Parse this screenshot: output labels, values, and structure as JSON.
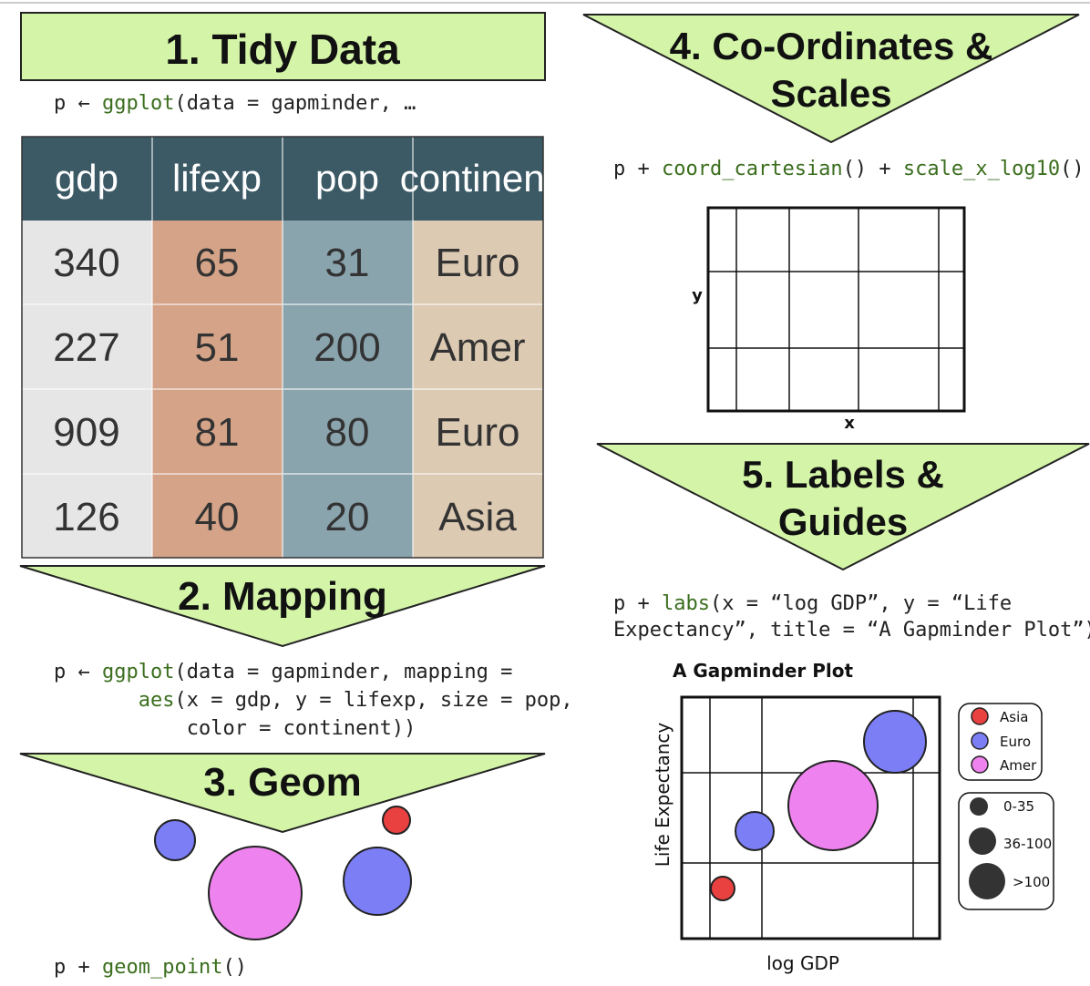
{
  "panels": {
    "tidy": {
      "title": "1. Tidy Data",
      "code": {
        "p": "p",
        "arrow": "←",
        "fn": "ggplot",
        "args": "(data = gapminder, …"
      }
    },
    "mapping": {
      "title": "2. Mapping",
      "code": {
        "p": "p",
        "arrow": "←",
        "fn1": "ggplot",
        "line1_rest": "(data = gapminder, mapping =",
        "fn2": "aes",
        "line2_rest": "(x = gdp, y = lifexp, size = pop,",
        "line3": "color = continent))"
      }
    },
    "geom": {
      "title": "3. Geom",
      "code": {
        "p": "p +",
        "fn": "geom_point",
        "rest": "()"
      }
    },
    "coords": {
      "title_line1": "4. Co-Ordinates &",
      "title_line2": "Scales",
      "code": {
        "p": "p +",
        "fn1": "coord_cartesian",
        "mid": "() +",
        "fn2": "scale_x_log10",
        "rest": "()"
      },
      "axis_x": "x",
      "axis_y": "y"
    },
    "labels": {
      "title_line1": "5. Labels &",
      "title_line2": "Guides",
      "code": {
        "p": "p +",
        "fn": "labs",
        "line1_rest": "(x = “log GDP”, y = “Life",
        "line2": "Expectancy”, title = “A Gapminder Plot”)"
      }
    }
  },
  "table": {
    "headers": [
      "gdp",
      "lifexp",
      "pop",
      "continent"
    ],
    "rows": [
      [
        "340",
        "65",
        "31",
        "Euro"
      ],
      [
        "227",
        "51",
        "200",
        "Amer"
      ],
      [
        "909",
        "81",
        "80",
        "Euro"
      ],
      [
        "126",
        "40",
        "20",
        "Asia"
      ]
    ]
  },
  "plot": {
    "title": "A Gapminder Plot",
    "xlabel": "log GDP",
    "ylabel": "Life Expectancy",
    "color_legend": [
      "Asia",
      "Euro",
      "Amer"
    ],
    "size_legend": [
      "0-35",
      "36-100",
      ">100"
    ]
  },
  "colors": {
    "banner": "#d4f5a8",
    "header": "#3c5a66",
    "col_gdp": "#e6e6e6",
    "col_lifexp": "#d4a388",
    "col_pop": "#8aa4ae",
    "col_continent": "#dccab2",
    "asia": "#e8413f",
    "euro": "#7b7ef5",
    "amer": "#ee82ee",
    "code_fn": "#3b6e1e"
  }
}
